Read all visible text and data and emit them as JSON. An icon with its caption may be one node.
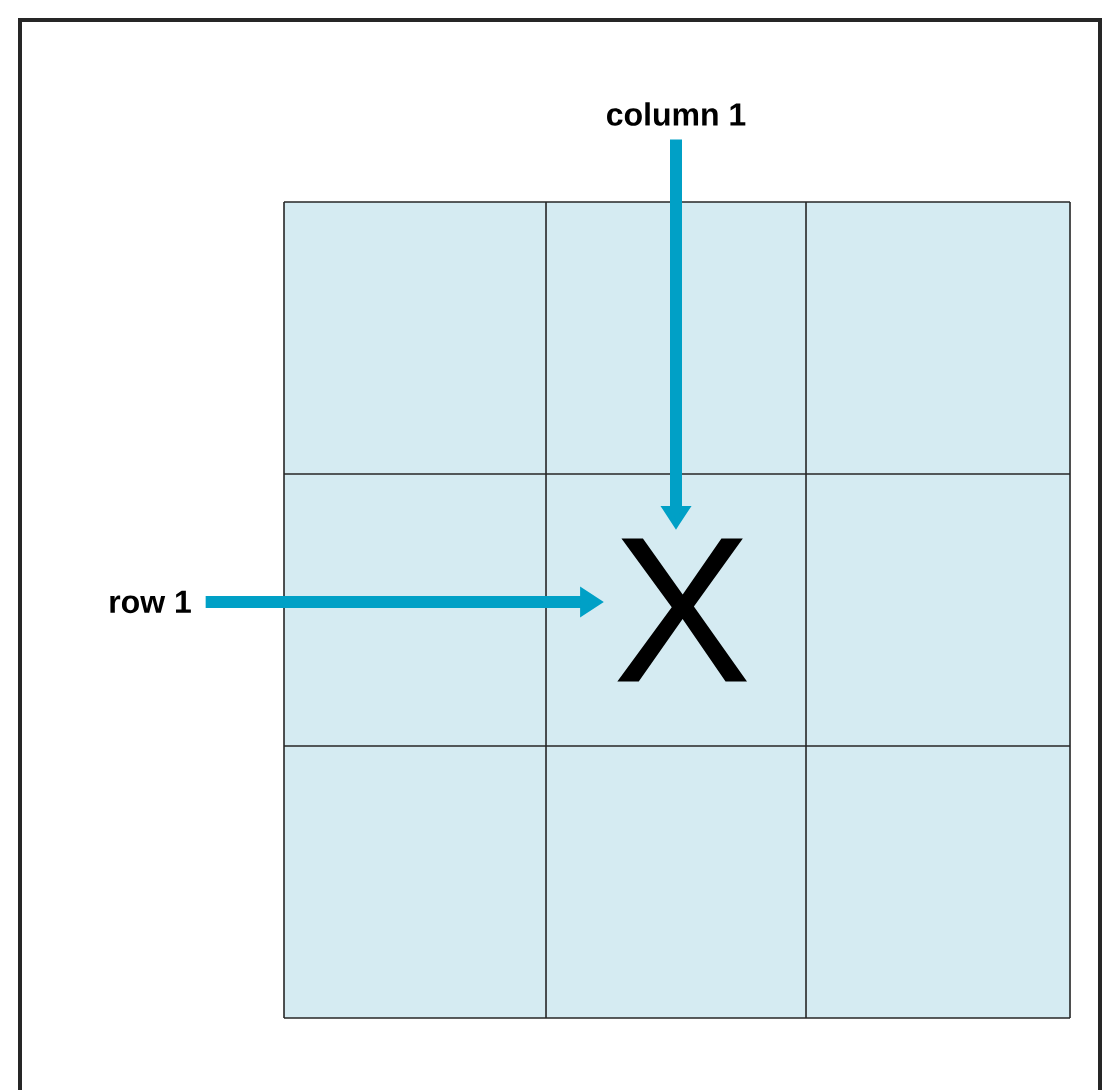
{
  "diagram": {
    "nodes": [
      {
        "text": [
          "column 1"
        ]
      },
      {
        "text": [
          "row 1"
        ]
      },
      {
        "text": [
          "X"
        ]
      }
    ],
    "edges": [
      {
        "from": 0,
        "to": 2,
        "arrow": "to"
      },
      {
        "from": 1,
        "to": 2,
        "arrow": "to"
      }
    ]
  }
}
